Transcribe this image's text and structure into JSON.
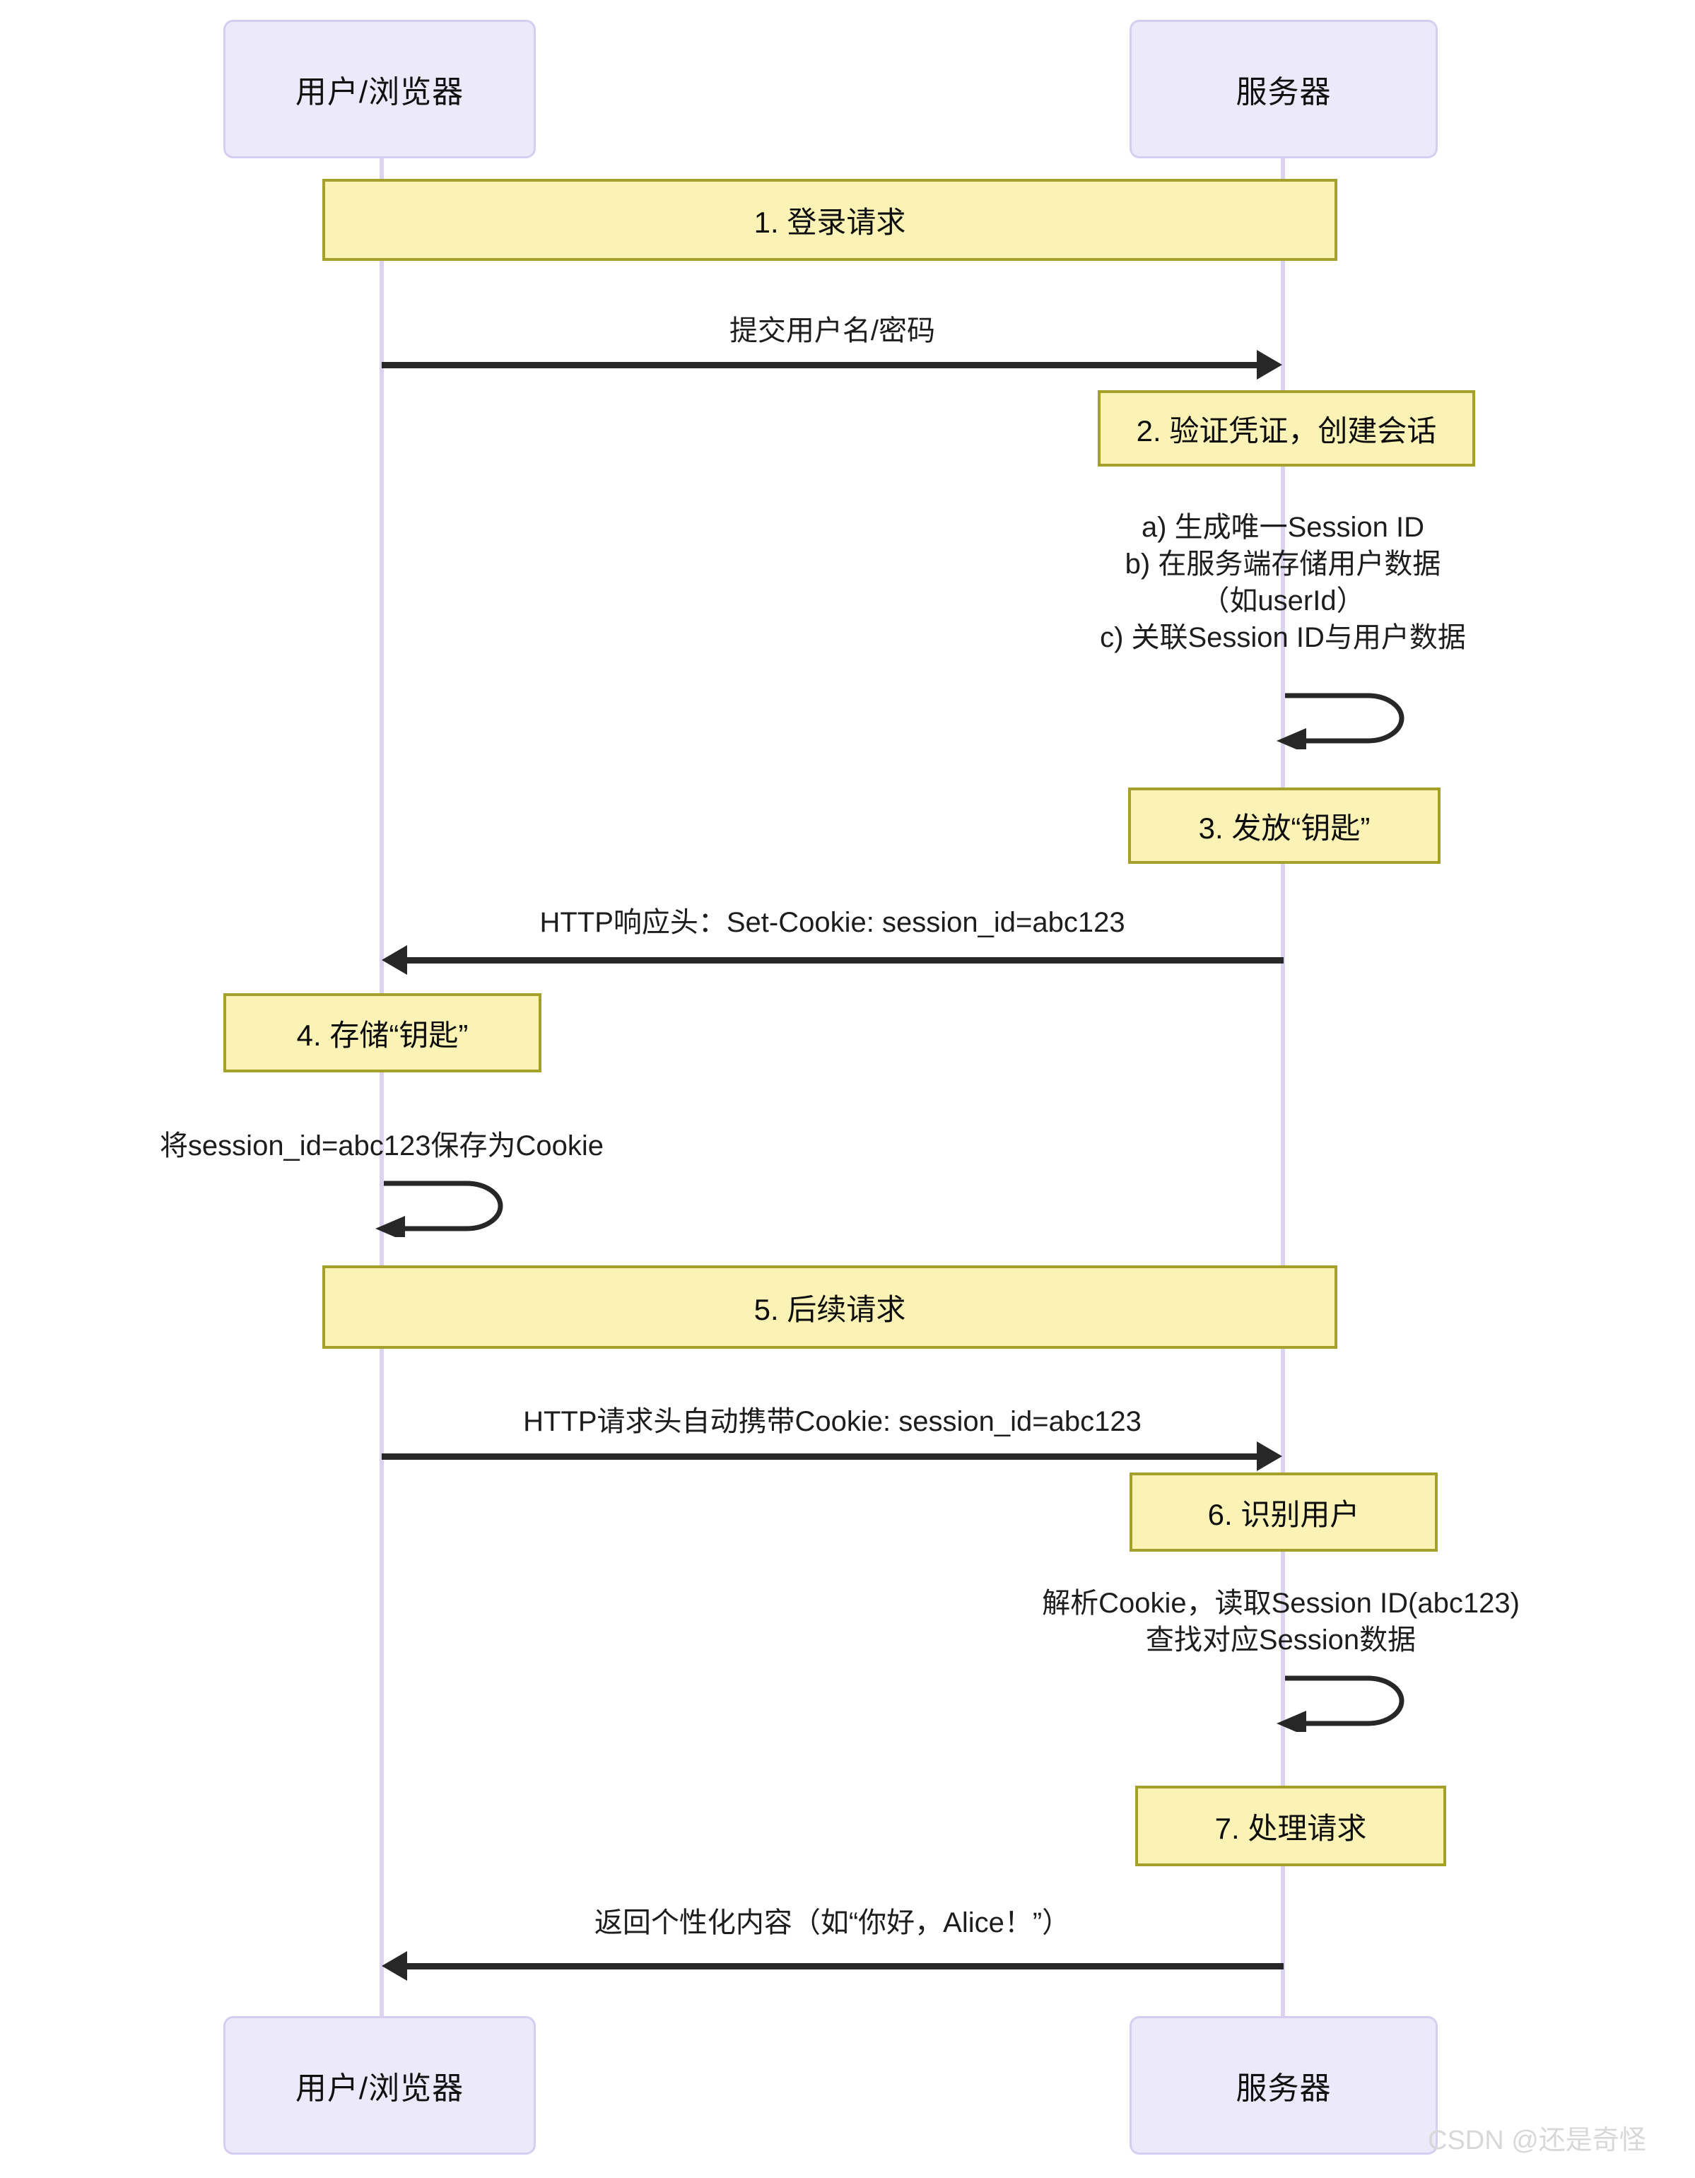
{
  "diagram": {
    "type": "sequence-diagram",
    "title_text": "",
    "colors": {
      "actor_fill": "#ECE9FB",
      "actor_border": "#D6CDF0",
      "lifeline": "#DCD2F2",
      "note_fill": "#FBF2B5",
      "note_border": "#A5A02A",
      "arrow": "#272727",
      "watermark": "#D8D8D8"
    },
    "actors": {
      "client_top": "用户/浏览器",
      "server_top": "服务器",
      "client_bottom": "用户/浏览器",
      "server_bottom": "服务器"
    },
    "notes": {
      "step1": "1. 登录请求",
      "step2": "2. 验证凭证，创建会话",
      "step3": "3. 发放“钥匙”",
      "step4": "4. 存储“钥匙”",
      "step5": "5. 后续请求",
      "step6": "6. 识别用户",
      "step7": "7. 处理请求"
    },
    "messages": {
      "m1": "提交用户名/密码",
      "m2": "HTTP响应头：Set-Cookie: session_id=abc123",
      "m3": "HTTP请求头自动携带Cookie: session_id=abc123",
      "m4": "返回个性化内容（如“你好，Alice！”）"
    },
    "self_messages": {
      "server_create": "a) 生成唯一Session ID\nb) 在服务端存储用户数据\n（如userId）\nc) 关联Session ID与用户数据",
      "client_store": "将session_id=abc123保存为Cookie",
      "server_lookup": "解析Cookie，读取Session ID(abc123)\n查找对应Session数据"
    },
    "watermark": "CSDN @还是奇怪"
  }
}
